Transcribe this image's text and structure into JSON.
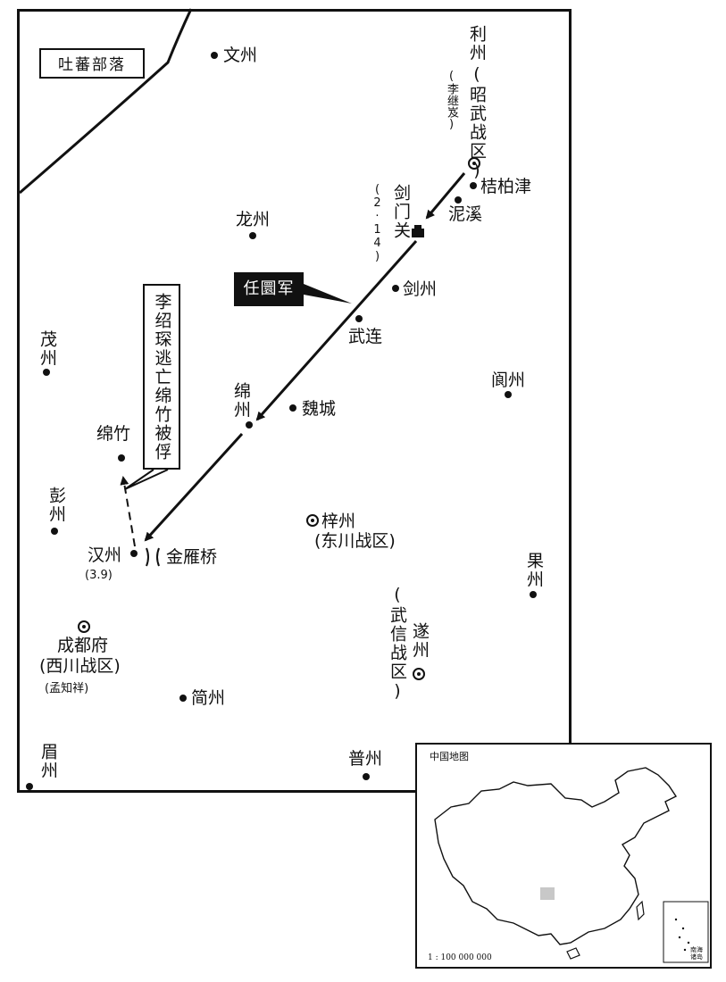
{
  "tribe_region": "吐蕃部落",
  "army_label": "任圜军",
  "callout_text": "李绍琛逃亡绵竹被俘",
  "places": {
    "wenzhou": "文州",
    "lizhou": "利州",
    "zhaowu_district": "(昭武战区)",
    "li_jiji": "(李继岌)",
    "jiebojin": "桔柏津",
    "jianmenguan": "剑门关",
    "jianmenguan_date": "(2·14)",
    "nixi": "泥溪",
    "longzhou": "龙州",
    "jianzhou": "剑州",
    "wulian": "武连",
    "maozhou": "茂州",
    "langzhou": "阆州",
    "mianzhou": "绵州",
    "weicheng": "魏城",
    "mianzhu": "绵竹",
    "pengzhou": "彭州",
    "zizhou": "梓州",
    "dongchuan_district": "(东川战区)",
    "hanzhou": "汉州",
    "hanzhou_date": "(3.9)",
    "jinyanqiao": "金雁桥",
    "guozhou": "果州",
    "wuxin_district": "(武信战区)",
    "suizhou": "遂州",
    "chengdufu": "成都府",
    "xichuan_district": "(西川战区)",
    "meng_zhixiang": "(孟知祥)",
    "jianzhou2": "简州",
    "puzhou": "普州",
    "meizhou": "眉州"
  },
  "inset": {
    "title": "中国地图",
    "scale": "1 : 100 000 000",
    "south_sea_label": "南海诸岛"
  },
  "colors": {
    "ink": "#111111",
    "highlight": "#c8c8c8"
  }
}
